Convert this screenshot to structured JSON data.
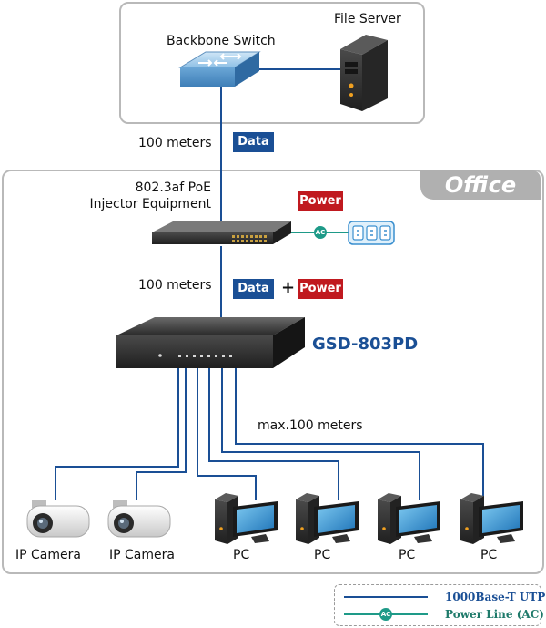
{
  "labels": {
    "file_server": "File Server",
    "backbone_switch": "Backbone Switch",
    "distance_top": "100 meters",
    "injector_line1": "802.3af PoE",
    "injector_line2": "Injector Equipment",
    "distance_mid": "100 meters",
    "model": "GSD-803PD",
    "max_distance": "max.100 meters",
    "office": "Office",
    "ac": "AC"
  },
  "tags": {
    "data_top": "Data",
    "power_top": "Power",
    "data_mid": "Data",
    "plus": "+",
    "power_mid": "Power"
  },
  "devices": [
    {
      "label": "IP Camera"
    },
    {
      "label": "IP Camera"
    },
    {
      "label": "PC"
    },
    {
      "label": "PC"
    },
    {
      "label": "PC"
    },
    {
      "label": "PC"
    }
  ],
  "legend": {
    "utp_label": "1000Base-T UTP",
    "ac_label": "Power Line (AC)",
    "ac_marker": "AC"
  },
  "colors": {
    "utp_line": "#1a4f95",
    "power_line": "#1e9a88",
    "data_tag": "#1a4f95",
    "power_tag": "#c0191f"
  }
}
